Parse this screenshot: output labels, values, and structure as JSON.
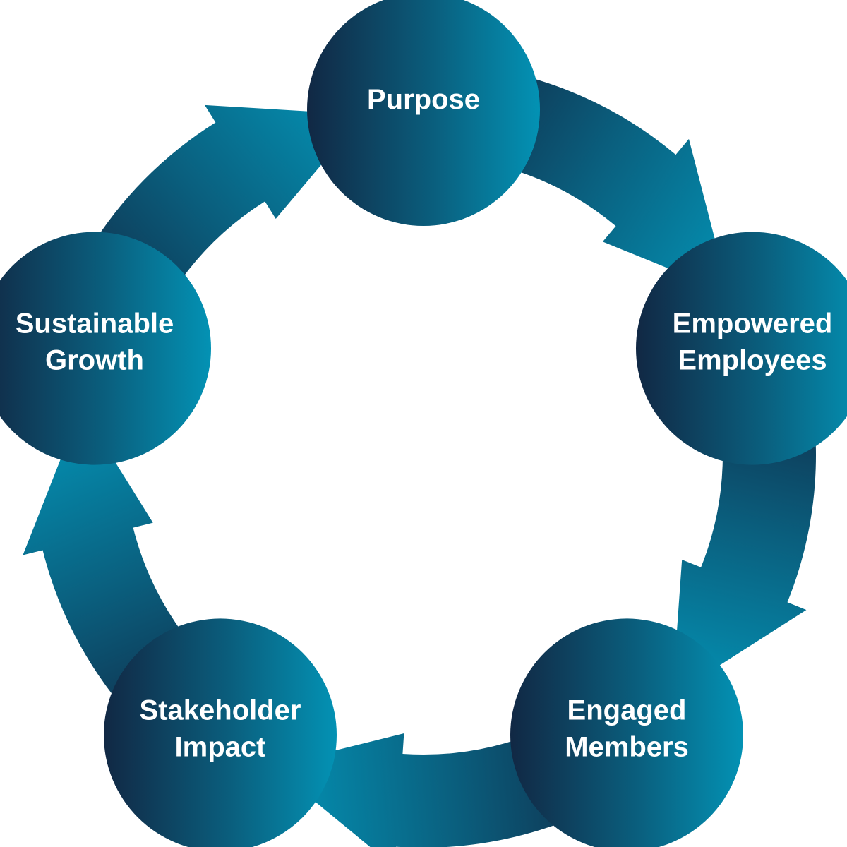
{
  "diagram": {
    "type": "cycle",
    "colors": {
      "dark": "#112844",
      "mid": "#0a5f7e",
      "light": "#0392b4",
      "background": "#ffffff",
      "text": "#ffffff"
    },
    "nodes": [
      {
        "id": "purpose",
        "lines": [
          "Purpose"
        ]
      },
      {
        "id": "empowered-employees",
        "lines": [
          "Empowered",
          "Employees"
        ]
      },
      {
        "id": "engaged-members",
        "lines": [
          "Engaged",
          "Members"
        ]
      },
      {
        "id": "stakeholder-impact",
        "lines": [
          "Stakeholder",
          "Impact"
        ]
      },
      {
        "id": "sustainable-growth",
        "lines": [
          "Sustainable",
          "Growth"
        ]
      }
    ],
    "edges": [
      {
        "from": "purpose",
        "to": "empowered-employees"
      },
      {
        "from": "empowered-employees",
        "to": "engaged-members"
      },
      {
        "from": "engaged-members",
        "to": "stakeholder-impact"
      },
      {
        "from": "stakeholder-impact",
        "to": "sustainable-growth"
      },
      {
        "from": "sustainable-growth",
        "to": "purpose"
      }
    ]
  }
}
